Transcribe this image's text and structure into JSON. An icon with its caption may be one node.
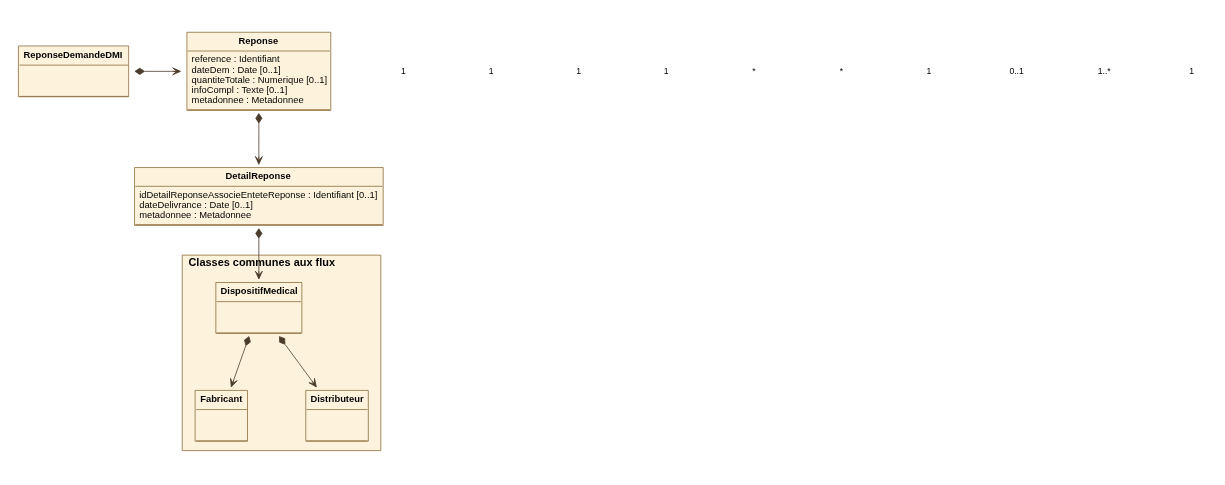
{
  "diagram": {
    "nodes": [
      {
        "text": [
          "ReponseDemandeDMI"
        ]
      },
      {
        "text": [
          "Reponse",
          "reference : Identifiant",
          "dateDem : Date [0..1]",
          "quantiteTotale : Numerique [0..1]",
          "infoCompl : Texte [0..1]",
          "metadonnee : Metadonnee"
        ]
      },
      {
        "text": [
          "DetailReponse",
          "idDetailReponseAssocieEnteteReponse : Identifiant [0..1]",
          "dateDelivrance : Date [0..1]",
          "metadonnee : Metadonnee"
        ]
      },
      {
        "text": [
          "Classes communes aux flux"
        ]
      },
      {
        "text": [
          "DispositifMedical"
        ],
        "in": 3
      },
      {
        "text": [
          "Fabricant"
        ],
        "in": 3
      },
      {
        "text": [
          "Distributeur"
        ],
        "in": 3
      }
    ],
    "edges": [
      {
        "from": 0,
        "to": 1,
        "arrow": "to"
      },
      {
        "from": 1,
        "to": 2,
        "arrow": "to"
      },
      {
        "from": 2,
        "to": 4,
        "arrow": "to"
      },
      {
        "from": 4,
        "to": 5,
        "arrow": "to"
      },
      {
        "from": 4,
        "to": 6,
        "arrow": "to"
      }
    ],
    "labels": [
      "1",
      "1",
      "1",
      "1",
      "*",
      "*",
      "1",
      "0..1",
      "1..*",
      "1"
    ]
  }
}
